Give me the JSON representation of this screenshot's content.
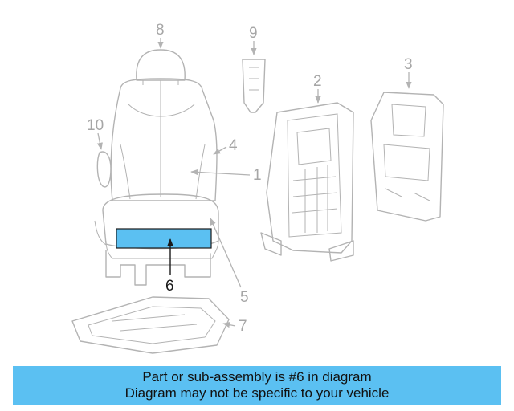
{
  "diagram": {
    "callouts": [
      "1",
      "2",
      "3",
      "4",
      "5",
      "6",
      "7",
      "8",
      "9",
      "10"
    ],
    "highlight_color": "#5bc0f2",
    "line_color": "#b3b3b3"
  },
  "banner": {
    "line1": "Part or sub-assembly is #6 in diagram",
    "line2": "Diagram may not be specific to your vehicle",
    "background": "#5bc0f2"
  }
}
